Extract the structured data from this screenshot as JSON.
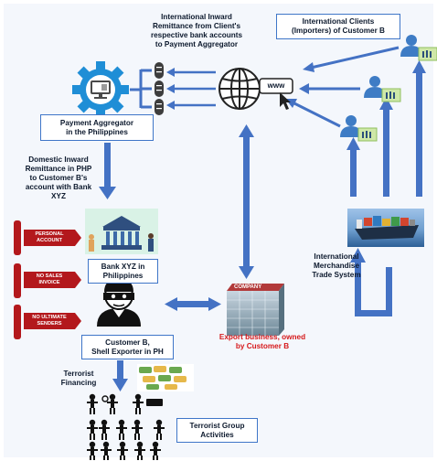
{
  "labels": {
    "remittance": "International Inward\nRemittance from Client's\nrespective bank accounts\nto Payment Aggregator",
    "clients": "International Clients\n(Importers) of Customer B",
    "aggregator": "Payment Aggregator\nin the Philippines",
    "domestic": "Domestic Inward\nRemittance in PHP\nto Customer B's\naccount with Bank\nXYZ",
    "bank": "Bank XYZ in\nPhilippines",
    "trade": "International\nMerchandise\nTrade System",
    "company": "Export business, owned\nby Customer B",
    "customer": "Customer B,\nShell Exporter in PH",
    "terrorist_financing": "Terrorist\nFinancing",
    "terrorist_group": "Terrorist Group\nActivities",
    "www": "www",
    "company_sign": "COMPANY"
  },
  "red_flags": [
    "PERSONAL\nACCOUNT",
    "NO SALES\nINVOICE",
    "NO ULTIMATE\nSENDERS"
  ],
  "colors": {
    "arrow_blue": "#4472c4",
    "flag_red": "#b3181c",
    "company_text_red": "#d6191b",
    "gear_blue": "#1f8ed6",
    "box_border": "#3f76c8"
  },
  "icons": [
    "gear-monitor-icon",
    "globe-www-icon",
    "user-money-icon",
    "bank-building-icon",
    "cargo-ship-icon",
    "bandit-icon",
    "company-building-icon",
    "money-pile-icon",
    "people-silhouettes-icon"
  ]
}
